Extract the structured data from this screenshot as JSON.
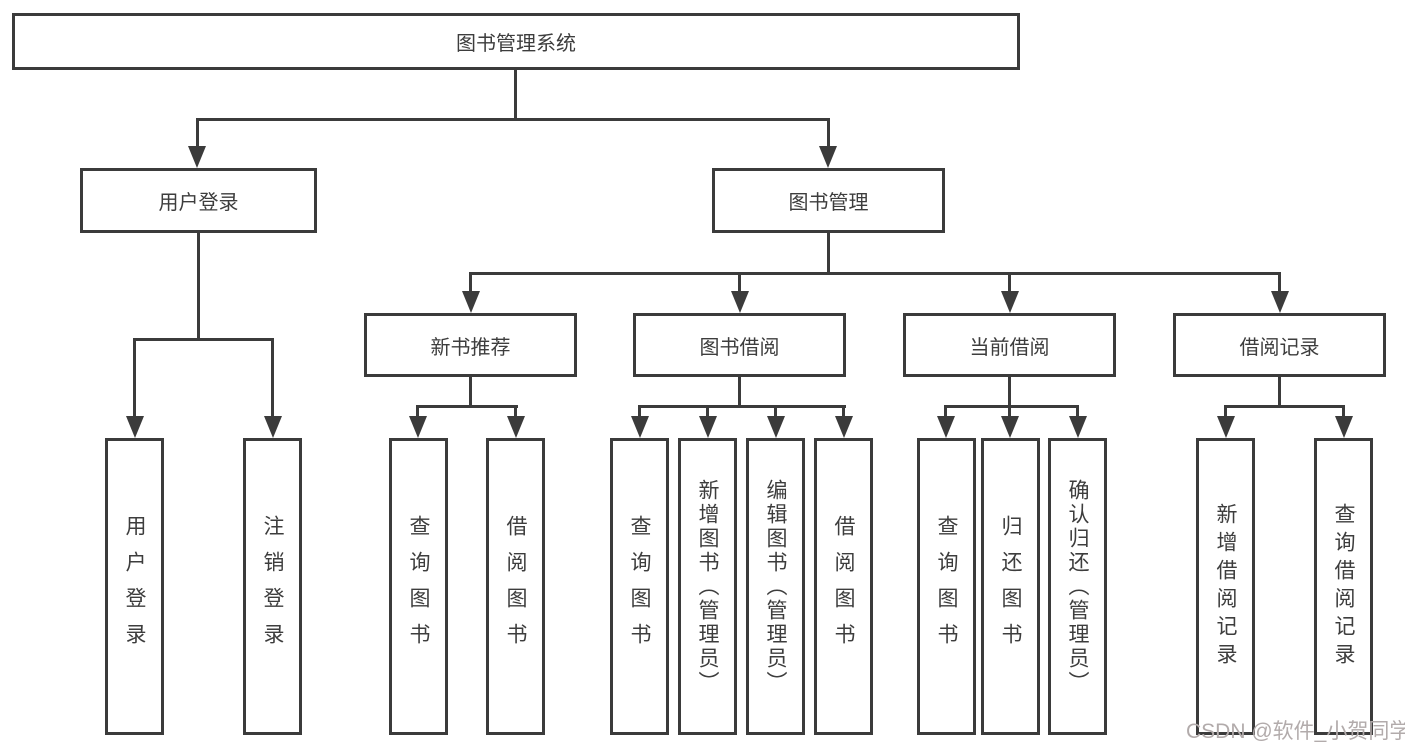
{
  "diagram": {
    "root": "图书管理系统",
    "level2": [
      "用户登录",
      "图书管理"
    ],
    "level3": [
      "新书推荐",
      "图书借阅",
      "当前借阅",
      "借阅记录"
    ],
    "leaves": {
      "user": [
        "用户登录",
        "注销登录"
      ],
      "recommend": [
        "查询图书",
        "借阅图书"
      ],
      "borrow": [
        "查询图书",
        "新增图书（管理员）",
        "编辑图书（管理员）",
        "借阅图书"
      ],
      "current": [
        "查询图书",
        "归还图书",
        "确认归还（管理员）"
      ],
      "record": [
        "新增借阅记录",
        "查询借阅记录"
      ]
    },
    "watermark": "CSDN @软件_小贺同学",
    "colors": {
      "line": "#3b3b3b",
      "text": "#3d3d3d",
      "background": "#ffffff",
      "watermark": "#b2abab"
    }
  }
}
